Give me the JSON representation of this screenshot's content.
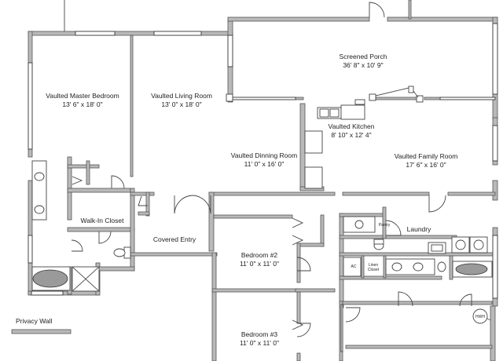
{
  "rooms": {
    "master_bedroom": {
      "name": "Vaulted Master Bedroom",
      "size": "13' 6\" x 18' 0\""
    },
    "living_room": {
      "name": "Vaulted Living Room",
      "size": "13' 0\" x 18' 0\""
    },
    "screened_porch": {
      "name": "Screened Porch",
      "size": "36' 8\" x 10' 9\""
    },
    "kitchen": {
      "name": "Vaulted Kitchen",
      "size": "8' 10\" x 12' 4\""
    },
    "dining_room": {
      "name": "Vaulted Dinning Room",
      "size": "11' 0\" x 16' 0\""
    },
    "family_room": {
      "name": "Vaulted Family Room",
      "size": "17' 6\" x 16' 0\""
    },
    "walk_in_closet": {
      "name": "Walk-In Closet"
    },
    "covered_entry": {
      "name": "Covered Entry"
    },
    "laundry": {
      "name": "Laundry"
    },
    "bedroom2": {
      "name": "Bedroom #2",
      "size": "11' 0\" x 11' 0\""
    },
    "bedroom3": {
      "name": "Bedroom #3",
      "size": "11' 0\" x 11' 0\""
    }
  },
  "fixtures": {
    "pantry": "Pantry",
    "ac": "AC",
    "linen_closet": "Linen Closet",
    "hw": "HWH"
  },
  "exterior": {
    "privacy_wall": "Privacy Wall"
  }
}
